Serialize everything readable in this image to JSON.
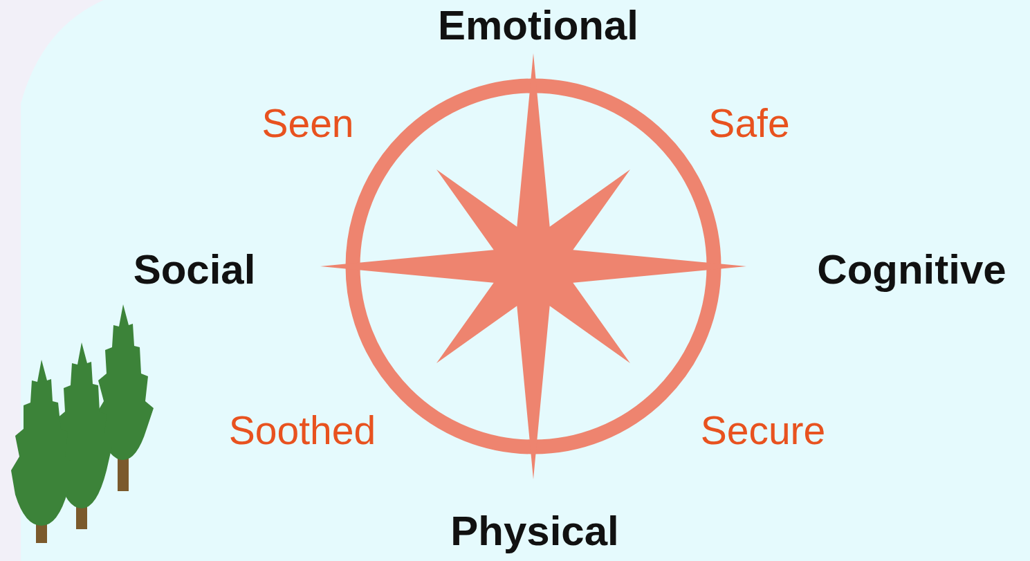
{
  "diagram": {
    "labels": [
      "Emotional",
      "Seen",
      "Safe",
      "Social",
      "Cognitive",
      "Soothed",
      "Secure",
      "Physical"
    ]
  }
}
